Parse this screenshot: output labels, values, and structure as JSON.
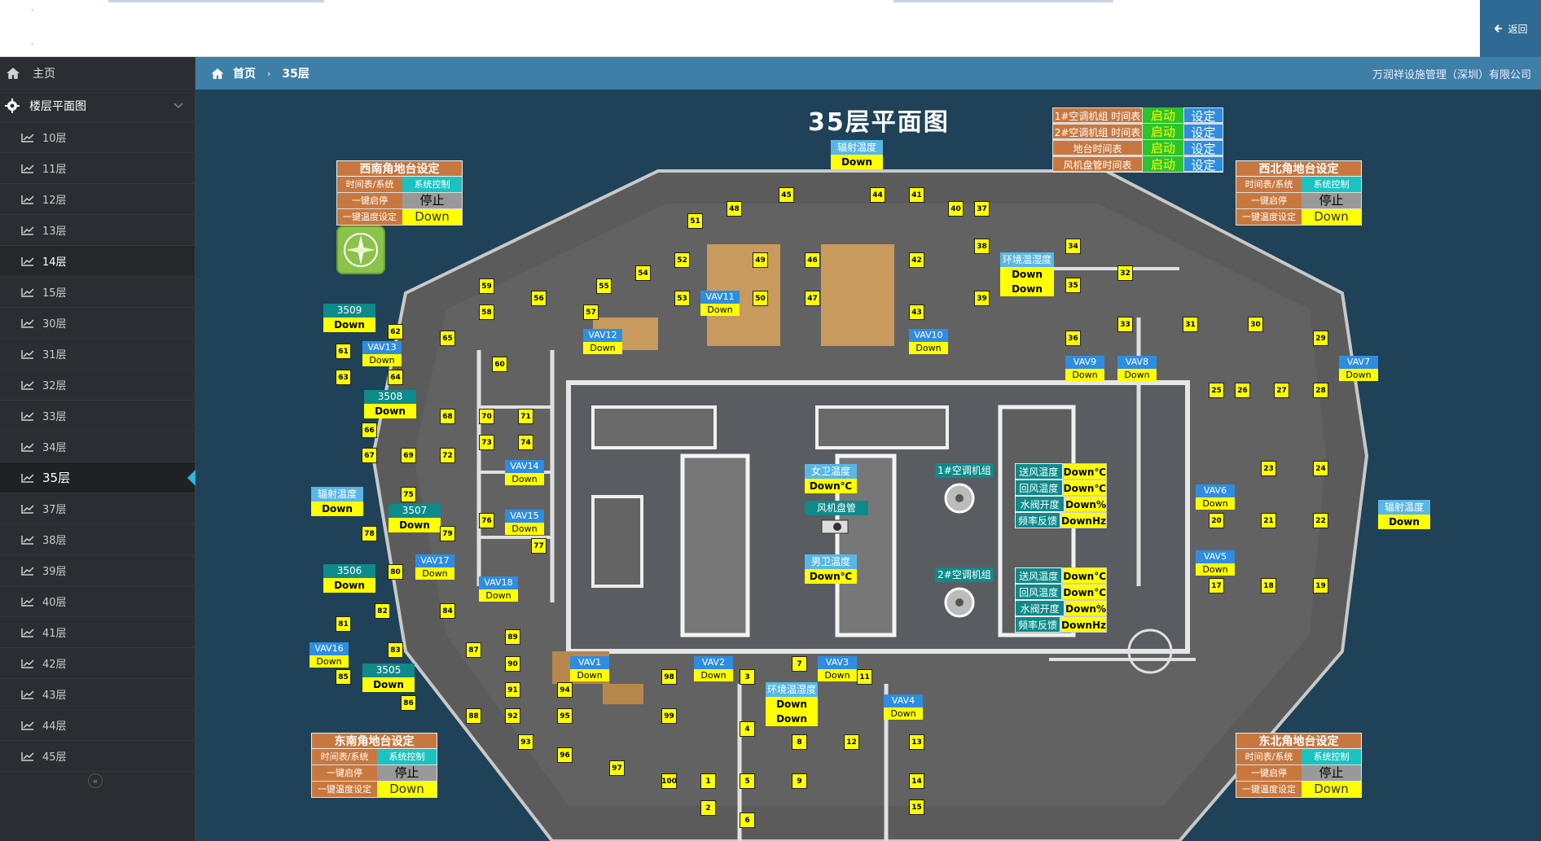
{
  "topbar": {
    "back_label": "返回"
  },
  "sidebar": {
    "home": "主页",
    "section": "楼层平面图",
    "floors": [
      "10层",
      "11层",
      "12层",
      "13层",
      "14层",
      "15层",
      "30层",
      "31层",
      "32层",
      "33层",
      "34层",
      "35层",
      "37层",
      "38层",
      "39层",
      "40层",
      "41层",
      "42层",
      "43层",
      "44层",
      "45层"
    ],
    "active_floor": "35层",
    "collapse_symbol": "«"
  },
  "breadcrumb": {
    "home": "首页",
    "sep": "›",
    "current": "35层",
    "company": "万润祥设施管理（深圳）有限公司"
  },
  "plan": {
    "title": "35层平面图",
    "schedule": [
      {
        "label": "1#空调机组 时间表",
        "status": "启动",
        "set": "设定"
      },
      {
        "label": "2#空调机组 时间表",
        "status": "启动",
        "set": "设定"
      },
      {
        "label": "地台时间表",
        "status": "启动",
        "set": "设定"
      },
      {
        "label": "风机盘管时间表",
        "status": "启动",
        "set": "设定"
      }
    ],
    "corners": {
      "sw": {
        "title": "西南角地台设定",
        "r1l": "时间表/系统",
        "r1v": "系统控制",
        "r2l": "一键启停",
        "r2v": "停止",
        "r3l": "一键温度设定",
        "r3v": "Down"
      },
      "nw": {
        "title": "西北角地台设定",
        "r1l": "时间表/系统",
        "r1v": "系统控制",
        "r2l": "一键启停",
        "r2v": "停止",
        "r3l": "一键温度设定",
        "r3v": "Down"
      },
      "se": {
        "title": "东南角地台设定",
        "r1l": "时间表/系统",
        "r1v": "系统控制",
        "r2l": "一键启停",
        "r2v": "停止",
        "r3l": "一键温度设定",
        "r3v": "Down"
      },
      "ne": {
        "title": "东北角地台设定",
        "r1l": "时间表/系统",
        "r1v": "系统控制",
        "r2l": "一键启停",
        "r2v": "停止",
        "r3l": "一键温度设定",
        "r3v": "Down"
      }
    },
    "sensors": {
      "rad_top": {
        "h": "辐射温度",
        "v": "Down"
      },
      "rad_left": {
        "h": "辐射温度",
        "v": "Down"
      },
      "rad_right": {
        "h": "辐射温度",
        "v": "Down"
      },
      "env1": {
        "h": "环境温湿度",
        "v1": "Down",
        "v2": "Down"
      },
      "env2": {
        "h": "环境温湿度",
        "v1": "Down",
        "v2": "Down"
      },
      "female": {
        "h": "女卫温度",
        "v": "Down℃"
      },
      "male": {
        "h": "男卫温度",
        "v": "Down℃"
      },
      "fcu": "风机盘管"
    },
    "ahu1": {
      "title": "1#空调机组",
      "rows": [
        [
          "送风温度",
          "Down℃"
        ],
        [
          "回风温度",
          "Down℃"
        ],
        [
          "水阀开度",
          "Down%"
        ],
        [
          "频率反馈",
          "DownHz"
        ]
      ]
    },
    "ahu2": {
      "title": "2#空调机组",
      "rows": [
        [
          "送风温度",
          "Down°C"
        ],
        [
          "回风温度",
          "Down°C"
        ],
        [
          "水阀开度",
          "Down%"
        ],
        [
          "频率反馈",
          "DownHz"
        ]
      ]
    },
    "rooms": {
      "r3509": "3509",
      "r3508": "3508",
      "r3507": "3507",
      "r3506": "3506",
      "r3505": "3505",
      "val": "Down"
    },
    "vavs": {
      "VAV1": "VAV1",
      "VAV2": "VAV2",
      "VAV3": "VAV3",
      "VAV4": "VAV4",
      "VAV5": "VAV5",
      "VAV6": "VAV6",
      "VAV7": "VAV7",
      "VAV8": "VAV8",
      "VAV9": "VAV9",
      "VAV10": "VAV10",
      "VAV11": "VAV11",
      "VAV12": "VAV12",
      "VAV13": "VAV13",
      "VAV14": "VAV14",
      "VAV15": "VAV15",
      "VAV16": "VAV16",
      "VAV17": "VAV17",
      "VAV18": "VAV18",
      "val": "Down"
    },
    "points": [
      "1",
      "2",
      "3",
      "4",
      "5",
      "6",
      "7",
      "8",
      "9",
      "11",
      "12",
      "13",
      "14",
      "15",
      "17",
      "18",
      "19",
      "20",
      "21",
      "22",
      "23",
      "24",
      "25",
      "26",
      "27",
      "28",
      "29",
      "30",
      "31",
      "32",
      "33",
      "34",
      "35",
      "36",
      "37",
      "38",
      "39",
      "40",
      "41",
      "42",
      "43",
      "44",
      "45",
      "46",
      "47",
      "48",
      "49",
      "50",
      "51",
      "52",
      "53",
      "54",
      "55",
      "56",
      "57",
      "58",
      "59",
      "60",
      "61",
      "62",
      "63",
      "64",
      "65",
      "66",
      "67",
      "68",
      "69",
      "70",
      "71",
      "72",
      "73",
      "74",
      "75",
      "76",
      "77",
      "78",
      "79",
      "80",
      "81",
      "82",
      "83",
      "84",
      "85",
      "86",
      "87",
      "88",
      "89",
      "90",
      "91",
      "92",
      "93",
      "94",
      "95",
      "96",
      "97",
      "98",
      "99",
      "100"
    ]
  }
}
